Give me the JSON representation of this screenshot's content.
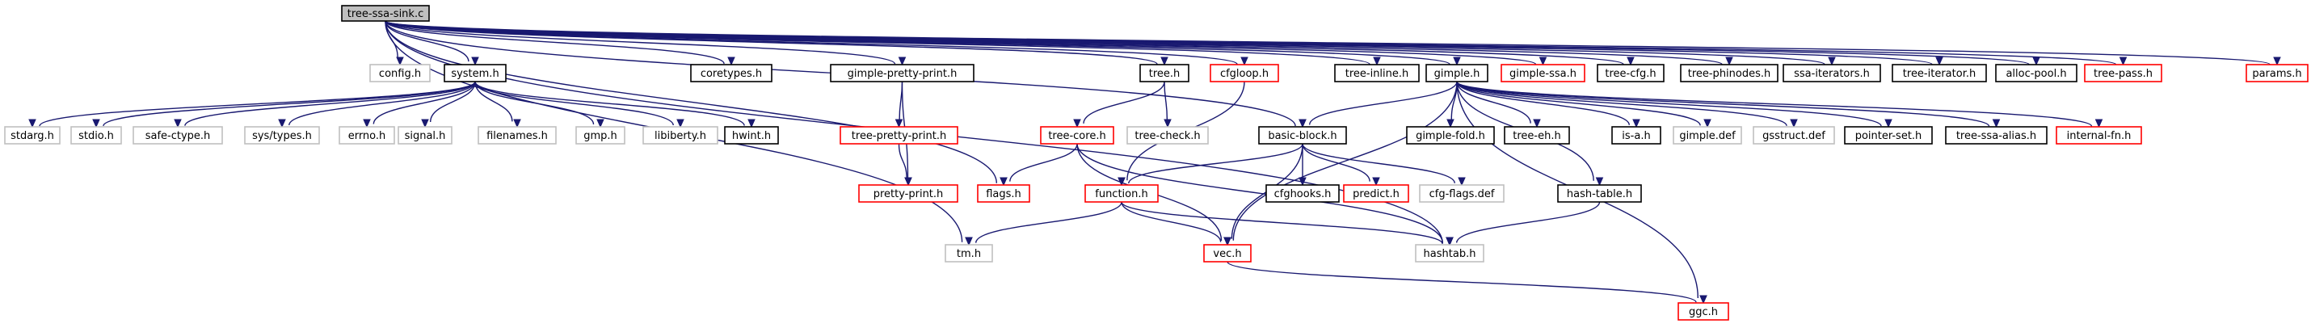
{
  "colors": {
    "edge": "#191970",
    "root_fill": "#bfbfbf",
    "root_border": "#000000",
    "documented_border": "#000000",
    "undocumented_border": "#bfbfbf",
    "truncated_border": "#ff0000",
    "node_fill": "#ffffff"
  },
  "nodes": {
    "tree-ssa-sink.c": {
      "label": "tree-ssa-sink.c",
      "style": "root"
    },
    "config.h": {
      "label": "config.h",
      "style": "undocumented"
    },
    "system.h": {
      "label": "system.h",
      "style": "documented"
    },
    "coretypes.h": {
      "label": "coretypes.h",
      "style": "documented"
    },
    "gimple-pretty-print.h": {
      "label": "gimple-pretty-print.h",
      "style": "documented"
    },
    "tree.h": {
      "label": "tree.h",
      "style": "documented"
    },
    "cfgloop.h": {
      "label": "cfgloop.h",
      "style": "truncated"
    },
    "tree-inline.h": {
      "label": "tree-inline.h",
      "style": "documented"
    },
    "gimple.h": {
      "label": "gimple.h",
      "style": "documented"
    },
    "gimple-ssa.h": {
      "label": "gimple-ssa.h",
      "style": "truncated"
    },
    "tree-cfg.h": {
      "label": "tree-cfg.h",
      "style": "documented"
    },
    "tree-phinodes.h": {
      "label": "tree-phinodes.h",
      "style": "documented"
    },
    "ssa-iterators.h": {
      "label": "ssa-iterators.h",
      "style": "documented"
    },
    "tree-iterator.h": {
      "label": "tree-iterator.h",
      "style": "documented"
    },
    "alloc-pool.h": {
      "label": "alloc-pool.h",
      "style": "documented"
    },
    "tree-pass.h": {
      "label": "tree-pass.h",
      "style": "truncated"
    },
    "params.h": {
      "label": "params.h",
      "style": "truncated"
    },
    "stdarg.h": {
      "label": "stdarg.h",
      "style": "undocumented"
    },
    "stdio.h": {
      "label": "stdio.h",
      "style": "undocumented"
    },
    "safe-ctype.h": {
      "label": "safe-ctype.h",
      "style": "undocumented"
    },
    "sys/types.h": {
      "label": "sys/types.h",
      "style": "undocumented"
    },
    "errno.h": {
      "label": "errno.h",
      "style": "undocumented"
    },
    "signal.h": {
      "label": "signal.h",
      "style": "undocumented"
    },
    "filenames.h": {
      "label": "filenames.h",
      "style": "undocumented"
    },
    "gmp.h": {
      "label": "gmp.h",
      "style": "undocumented"
    },
    "libiberty.h": {
      "label": "libiberty.h",
      "style": "undocumented"
    },
    "hwint.h": {
      "label": "hwint.h",
      "style": "documented"
    },
    "tree-pretty-print.h": {
      "label": "tree-pretty-print.h",
      "style": "truncated"
    },
    "pretty-print.h": {
      "label": "pretty-print.h",
      "style": "truncated"
    },
    "tree-core.h": {
      "label": "tree-core.h",
      "style": "truncated"
    },
    "tree-check.h": {
      "label": "tree-check.h",
      "style": "undocumented"
    },
    "flags.h": {
      "label": "flags.h",
      "style": "truncated"
    },
    "basic-block.h": {
      "label": "basic-block.h",
      "style": "documented"
    },
    "function.h": {
      "label": "function.h",
      "style": "truncated"
    },
    "cfghooks.h": {
      "label": "cfghooks.h",
      "style": "documented"
    },
    "predict.h": {
      "label": "predict.h",
      "style": "truncated"
    },
    "cfg-flags.def": {
      "label": "cfg-flags.def",
      "style": "undocumented"
    },
    "gimple-fold.h": {
      "label": "gimple-fold.h",
      "style": "documented"
    },
    "tree-eh.h": {
      "label": "tree-eh.h",
      "style": "documented"
    },
    "is-a.h": {
      "label": "is-a.h",
      "style": "documented"
    },
    "gimple.def": {
      "label": "gimple.def",
      "style": "undocumented"
    },
    "gsstruct.def": {
      "label": "gsstruct.def",
      "style": "undocumented"
    },
    "pointer-set.h": {
      "label": "pointer-set.h",
      "style": "documented"
    },
    "tree-ssa-alias.h": {
      "label": "tree-ssa-alias.h",
      "style": "documented"
    },
    "internal-fn.h": {
      "label": "internal-fn.h",
      "style": "truncated"
    },
    "hash-table.h": {
      "label": "hash-table.h",
      "style": "documented"
    },
    "tm.h": {
      "label": "tm.h",
      "style": "undocumented"
    },
    "vec.h": {
      "label": "vec.h",
      "style": "truncated"
    },
    "hashtab.h": {
      "label": "hashtab.h",
      "style": "undocumented"
    },
    "ggc.h": {
      "label": "ggc.h",
      "style": "truncated"
    }
  },
  "edges": [
    [
      "tree-ssa-sink.c",
      "config.h"
    ],
    [
      "tree-ssa-sink.c",
      "system.h"
    ],
    [
      "tree-ssa-sink.c",
      "coretypes.h"
    ],
    [
      "tree-ssa-sink.c",
      "tm.h"
    ],
    [
      "tree-ssa-sink.c",
      "gimple-pretty-print.h"
    ],
    [
      "tree-ssa-sink.c",
      "flags.h"
    ],
    [
      "tree-ssa-sink.c",
      "tree.h"
    ],
    [
      "tree-ssa-sink.c",
      "cfgloop.h"
    ],
    [
      "tree-ssa-sink.c",
      "basic-block.h"
    ],
    [
      "tree-ssa-sink.c",
      "tree-inline.h"
    ],
    [
      "tree-ssa-sink.c",
      "gimple.h"
    ],
    [
      "tree-ssa-sink.c",
      "gimple-ssa.h"
    ],
    [
      "tree-ssa-sink.c",
      "tree-cfg.h"
    ],
    [
      "tree-ssa-sink.c",
      "tree-phinodes.h"
    ],
    [
      "tree-ssa-sink.c",
      "ssa-iterators.h"
    ],
    [
      "tree-ssa-sink.c",
      "tree-iterator.h"
    ],
    [
      "tree-ssa-sink.c",
      "alloc-pool.h"
    ],
    [
      "tree-ssa-sink.c",
      "tree-pass.h"
    ],
    [
      "tree-ssa-sink.c",
      "params.h"
    ],
    [
      "tree-ssa-sink.c",
      "hashtab.h"
    ],
    [
      "system.h",
      "stdarg.h"
    ],
    [
      "system.h",
      "stdio.h"
    ],
    [
      "system.h",
      "safe-ctype.h"
    ],
    [
      "system.h",
      "sys/types.h"
    ],
    [
      "system.h",
      "errno.h"
    ],
    [
      "system.h",
      "signal.h"
    ],
    [
      "system.h",
      "filenames.h"
    ],
    [
      "system.h",
      "gmp.h"
    ],
    [
      "system.h",
      "libiberty.h"
    ],
    [
      "system.h",
      "hwint.h"
    ],
    [
      "gimple-pretty-print.h",
      "tree-pretty-print.h"
    ],
    [
      "gimple-pretty-print.h",
      "pretty-print.h"
    ],
    [
      "tree-pretty-print.h",
      "pretty-print.h"
    ],
    [
      "tree.h",
      "tree-core.h"
    ],
    [
      "tree.h",
      "tree-check.h"
    ],
    [
      "tree-core.h",
      "flags.h"
    ],
    [
      "tree-core.h",
      "hashtab.h"
    ],
    [
      "tree-core.h",
      "vec.h"
    ],
    [
      "cfgloop.h",
      "function.h"
    ],
    [
      "basic-block.h",
      "function.h"
    ],
    [
      "basic-block.h",
      "vec.h"
    ],
    [
      "basic-block.h",
      "cfghooks.h"
    ],
    [
      "basic-block.h",
      "predict.h"
    ],
    [
      "basic-block.h",
      "cfg-flags.def"
    ],
    [
      "function.h",
      "tm.h"
    ],
    [
      "function.h",
      "vec.h"
    ],
    [
      "function.h",
      "hashtab.h"
    ],
    [
      "gimple.h",
      "basic-block.h"
    ],
    [
      "gimple.h",
      "gimple-fold.h"
    ],
    [
      "gimple.h",
      "tree-eh.h"
    ],
    [
      "gimple.h",
      "is-a.h"
    ],
    [
      "gimple.h",
      "gimple.def"
    ],
    [
      "gimple.h",
      "gsstruct.def"
    ],
    [
      "gimple.h",
      "pointer-set.h"
    ],
    [
      "gimple.h",
      "tree-ssa-alias.h"
    ],
    [
      "gimple.h",
      "internal-fn.h"
    ],
    [
      "gimple.h",
      "hash-table.h"
    ],
    [
      "gimple.h",
      "vec.h"
    ],
    [
      "gimple.h",
      "ggc.h"
    ],
    [
      "hash-table.h",
      "hashtab.h"
    ],
    [
      "vec.h",
      "ggc.h"
    ]
  ]
}
